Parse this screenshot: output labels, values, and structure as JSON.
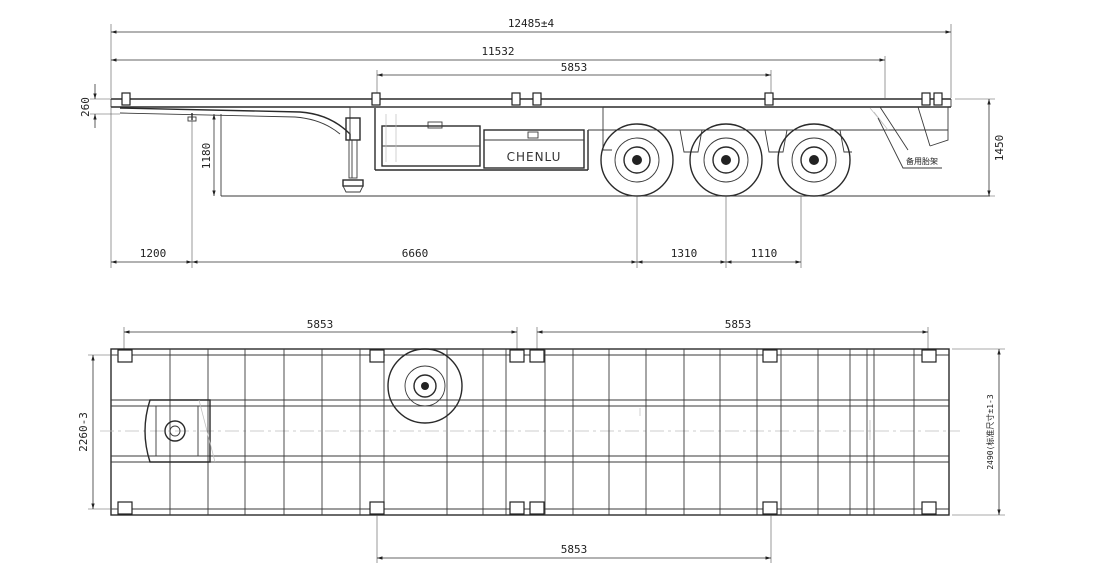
{
  "side_view": {
    "overall_length": "12485±4",
    "length_2": "11532",
    "lock_spacing_top": "5853",
    "frame_height": "260",
    "kingpin_height": "1180",
    "overall_height": "1450",
    "offset_front": "1200",
    "kingpin_to_axle": "6660",
    "axle_spacing_1": "1310",
    "axle_spacing_2": "1110",
    "brand_label": "CHENLU",
    "callout_label": "备用胎架"
  },
  "plan_view": {
    "lock_spacing_front": "5853",
    "lock_spacing_rear": "5853",
    "lock_spacing_bottom": "5853",
    "kingpin_width": "2260-3",
    "overall_width": "2490(标准尺寸±1-3"
  }
}
